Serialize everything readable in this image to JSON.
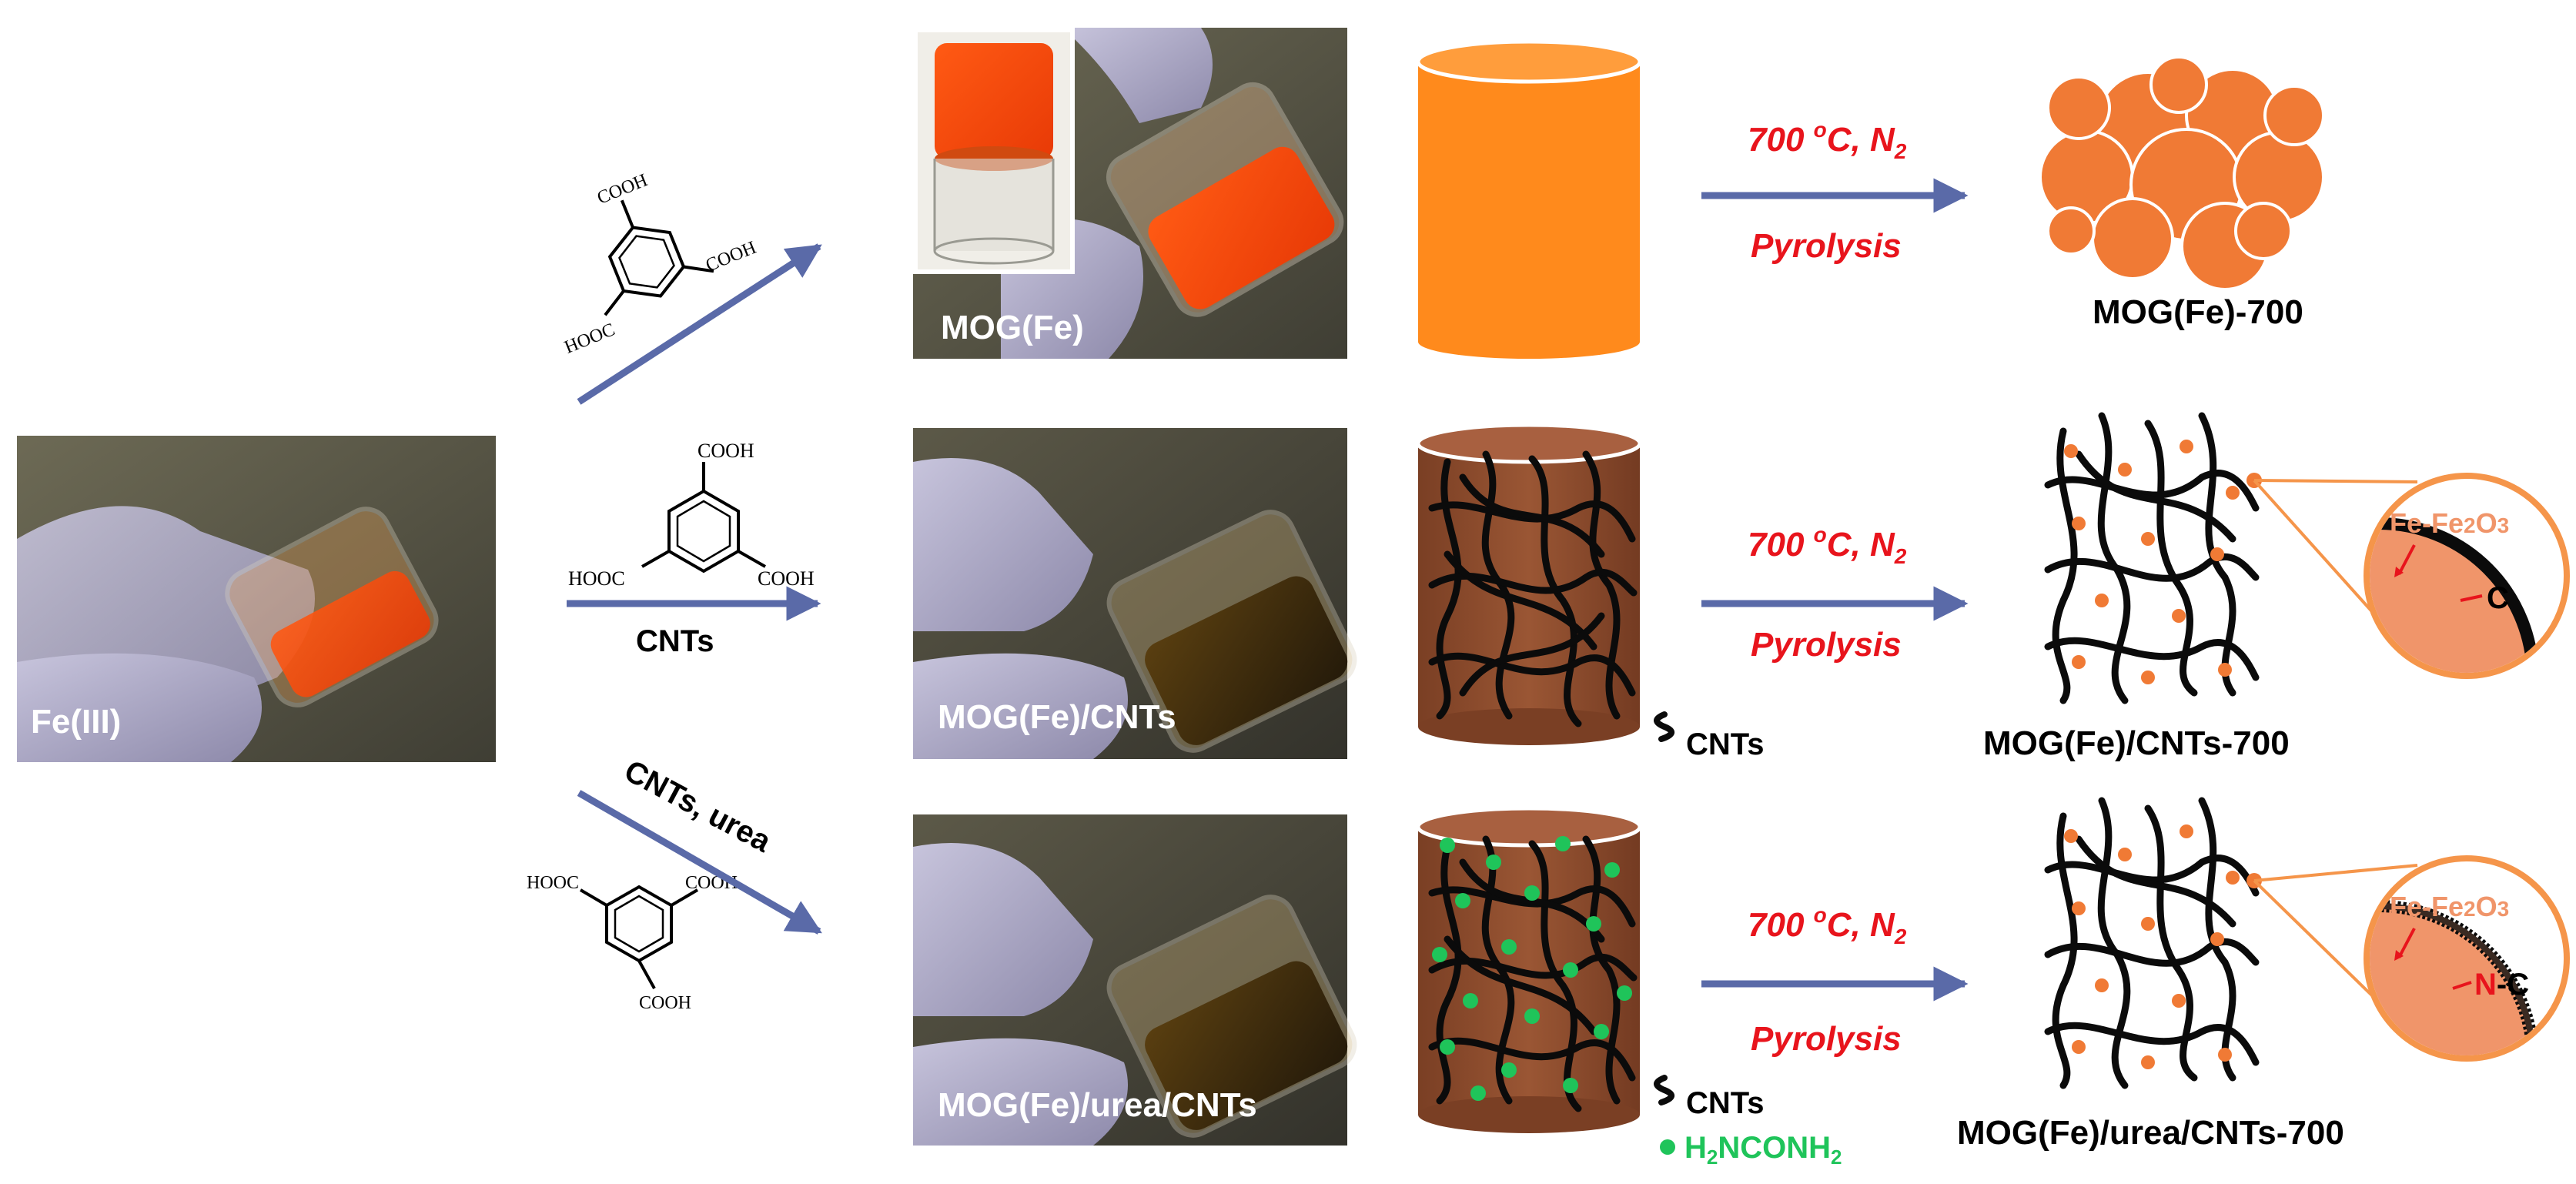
{
  "start": {
    "label": "Fe(III)"
  },
  "linker": {
    "cooh": "COOH",
    "hooc": "HOOC"
  },
  "reagents": {
    "row2": "CNTs",
    "row3": "CNTs, urea"
  },
  "photos": {
    "row1": "MOG(Fe)",
    "row2": "MOG(Fe)/CNTs",
    "row3": "MOG(Fe)/urea/CNTs"
  },
  "legend": {
    "cnts": "CNTs",
    "urea_prefix": "H",
    "urea_sub1": "2",
    "urea_mid": "NCONH",
    "urea_sub2": "2"
  },
  "conditions": {
    "temp": "700",
    "deg": "o",
    "unit_gas": "C, N",
    "gas_sub": "2",
    "process": "Pyrolysis"
  },
  "products": {
    "row1": "MOG(Fe)-700",
    "row2": "MOG(Fe)/CNTs-700",
    "row3": "MOG(Fe)/urea/CNTs-700"
  },
  "zoom": {
    "core_prefix": "Fe-Fe",
    "core_sub1": "2",
    "core_mid": "O",
    "core_sub2": "3",
    "shell_row2": "C",
    "shell_row3_n": "N",
    "shell_row3_c": "-C"
  },
  "colors": {
    "arrow": "#5a6aa8",
    "orange": "#ff8a1c",
    "red_text": "#e8141c",
    "brown": "#8a4a2c",
    "urea_green": "#1fc45a",
    "zoom_orange": "#f5954a",
    "particle": "#f07a35"
  }
}
